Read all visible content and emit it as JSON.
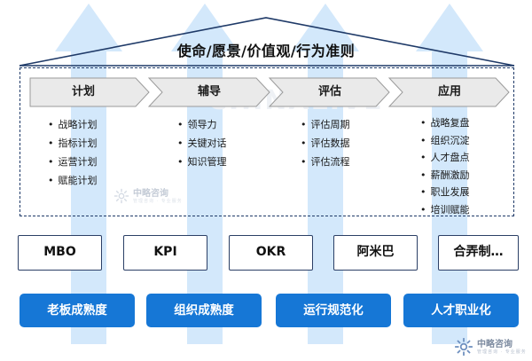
{
  "roof": {
    "title": "使命/愿景/价值观/行为准则"
  },
  "watermark": {
    "text": "CHINALIVE"
  },
  "stages": [
    {
      "label": "计划",
      "items": [
        "战略计划",
        "指标计划",
        "运营计划",
        "赋能计划"
      ]
    },
    {
      "label": "辅导",
      "items": [
        "领导力",
        "关键对话",
        "知识管理"
      ]
    },
    {
      "label": "评估",
      "items": [
        "评估周期",
        "评估数据",
        "评估流程"
      ]
    },
    {
      "label": "应用",
      "items": [
        "战略复盘",
        "组织沉淀",
        "人才盘点",
        "薪酬激励",
        "职业发展",
        "培训赋能"
      ]
    }
  ],
  "tools": [
    "MBO",
    "KPI",
    "OKR",
    "阿米巴",
    "合弄制…"
  ],
  "foundation": [
    "老板成熟度",
    "组织成熟度",
    "运行规范化",
    "人才职业化"
  ],
  "logo": {
    "name": "中略咨询",
    "tagline": "管理咨询 · 专业服务"
  },
  "colors": {
    "arrow": "#d3e8fb",
    "frame": "#1f3a68",
    "chevron_fill": "#eaeaea",
    "chevron_stroke": "#9a9a9a",
    "button": "#1677d6",
    "tool_border": "#2b3f66"
  }
}
